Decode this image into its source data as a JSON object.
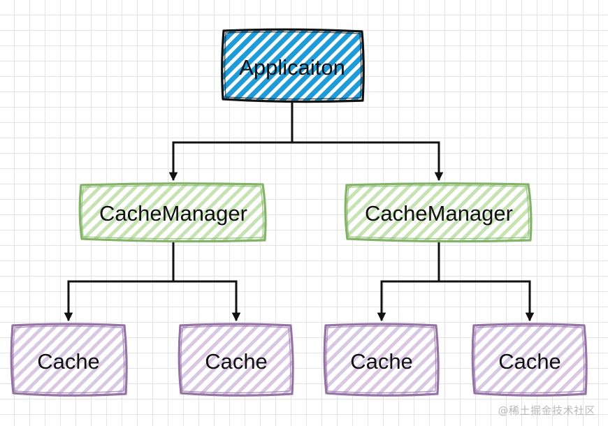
{
  "diagram": {
    "root": {
      "label": "Applicaiton",
      "fill": "#1f9bd7",
      "stroke": "#111111"
    },
    "managers": [
      {
        "label": "CacheManager",
        "fill": "#c6e3b4",
        "stroke": "#82b366"
      },
      {
        "label": "CacheManager",
        "fill": "#c6e3b4",
        "stroke": "#82b366"
      }
    ],
    "caches": [
      {
        "label": "Cache",
        "fill": "#d9c8e3",
        "stroke": "#9673a6"
      },
      {
        "label": "Cache",
        "fill": "#d9c8e3",
        "stroke": "#9673a6"
      },
      {
        "label": "Cache",
        "fill": "#d9c8e3",
        "stroke": "#9673a6"
      },
      {
        "label": "Cache",
        "fill": "#d9c8e3",
        "stroke": "#9673a6"
      }
    ],
    "edge_color": "#111111"
  },
  "watermark": "@稀土掘金技术社区"
}
